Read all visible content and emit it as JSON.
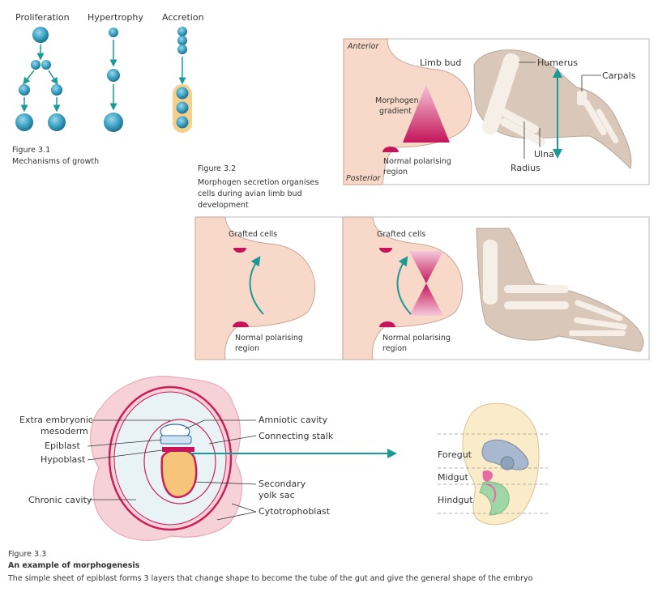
{
  "fig31": {
    "proliferation": "Proliferation",
    "hypertrophy": "Hypertrophy",
    "accretion": "Accretion",
    "caption_num": "Figure 3.1",
    "caption_text": "Mechanisms of growth"
  },
  "fig32": {
    "anterior": "Anterior",
    "posterior": "Posterior",
    "limb_bud": "Limb bud",
    "morphogen_1": "Morphogen",
    "morphogen_2": "gradient",
    "npr_1": "Normal polarising",
    "npr_2": "region",
    "humerus": "Humerus",
    "carpals": "Carpals",
    "ulna": "Ulna",
    "radius": "Radius",
    "caption_num": "Figure 3.2",
    "caption_1": "Morphogen secretion organises",
    "caption_2": "cells during avian limb bud",
    "caption_3": "development",
    "grafted": "Grafted cells",
    "npr_b1": "Normal polarising",
    "npr_b2": "region"
  },
  "fig33": {
    "extra_1": "Extra embryonic",
    "extra_2": "mesoderm",
    "epiblast": "Epiblast",
    "hypoblast": "Hypoblast",
    "chronic": "Chronic cavity",
    "amniotic": "Amniotic cavity",
    "stalk": "Connecting stalk",
    "yolk_1": "Secondary",
    "yolk_2": "yolk sac",
    "cyto": "Cytotrophoblast",
    "foregut": "Foregut",
    "midgut": "Midgut",
    "hindgut": "Hindgut",
    "caption_num": "Figure 3.3",
    "caption_title": "An example of morphogenesis",
    "caption_text": "The simple sheet of epiblast forms 3 layers that change shape to become the tube of the gut and give the general shape of the embryo"
  },
  "colors": {
    "teal": "#1a9a95",
    "cell": "#2f8fb0",
    "limb": "#f8d8c8",
    "magenta": "#c4155a",
    "bone": "#d9c8ba",
    "yolk": "#f6c57a",
    "gut_pink": "#e86aa3",
    "gut_green": "#9fd6a6",
    "gut_blue": "#a8b8cf"
  }
}
